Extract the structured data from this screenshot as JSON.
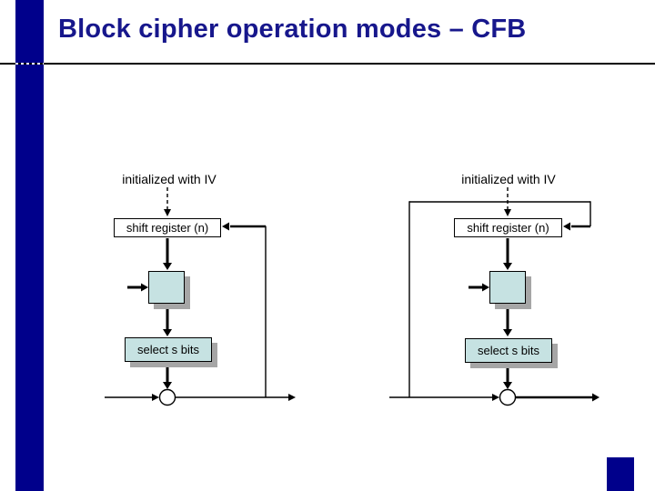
{
  "title": "Block cipher operation modes – CFB",
  "colors": {
    "accent_bar": "#00008B",
    "title_text": "#17178C",
    "box_fill": "#C6E2E2",
    "box_shadow": "#A6A6A6",
    "line": "#000000"
  },
  "diagrams": [
    {
      "iv_label": "initialized with IV",
      "shift_register_label": "shift register (n)",
      "select_label": "select s bits"
    },
    {
      "iv_label": "initialized with IV",
      "shift_register_label": "shift register (n)",
      "select_label": "select s bits"
    }
  ]
}
